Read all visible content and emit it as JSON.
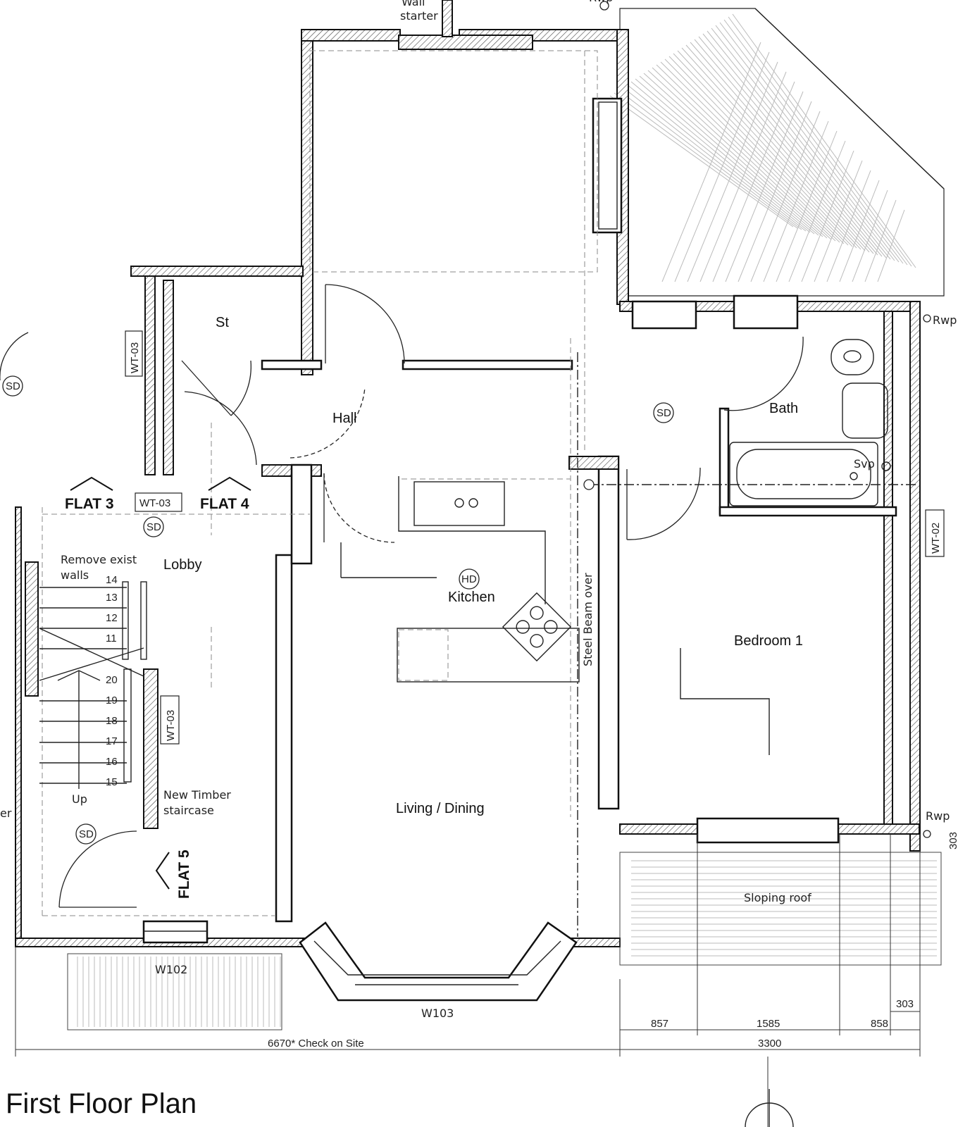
{
  "title": "First Floor Plan",
  "rooms": {
    "hall": "Hall",
    "store": "St",
    "bath": "Bath",
    "kitchen": "Kitchen",
    "living_dining": "Living / Dining",
    "bedroom_1": "Bedroom 1",
    "lobby": "Lobby"
  },
  "flats": {
    "flat_3": "FLAT 3",
    "flat_4": "FLAT 4",
    "flat_5": "FLAT 5"
  },
  "wall_tags": {
    "wt03_a": "WT-03",
    "wt03_b": "WT-03",
    "wt03_c": "WT-03",
    "wt02": "WT-02"
  },
  "symbols": {
    "smoke_detector": "SD",
    "heat_detector": "HD",
    "svp": "Svp"
  },
  "notes": {
    "wall_starter_1": "Wall",
    "wall_starter_2": "starter",
    "rwp": "Rwp",
    "remove_walls_1": "Remove exist",
    "remove_walls_2": "walls",
    "steel_beam": "Steel Beam  over",
    "new_staircase_1": "New Timber",
    "new_staircase_2": "staircase",
    "up": "Up",
    "sloping_roof": "Sloping roof",
    "partial_left": "er"
  },
  "windows": {
    "w102": "W102",
    "w103": "W103"
  },
  "stairs": {
    "upper_flight": [
      "14",
      "13",
      "12",
      "11"
    ],
    "lower_flight": [
      "20",
      "19",
      "18",
      "17",
      "16",
      "15"
    ]
  },
  "dimensions": {
    "overall_left": "6670* Check on Site",
    "d857": "857",
    "d1585": "1585",
    "d858": "858",
    "d303": "303",
    "overall_right": "3300",
    "cut_303": "303"
  }
}
